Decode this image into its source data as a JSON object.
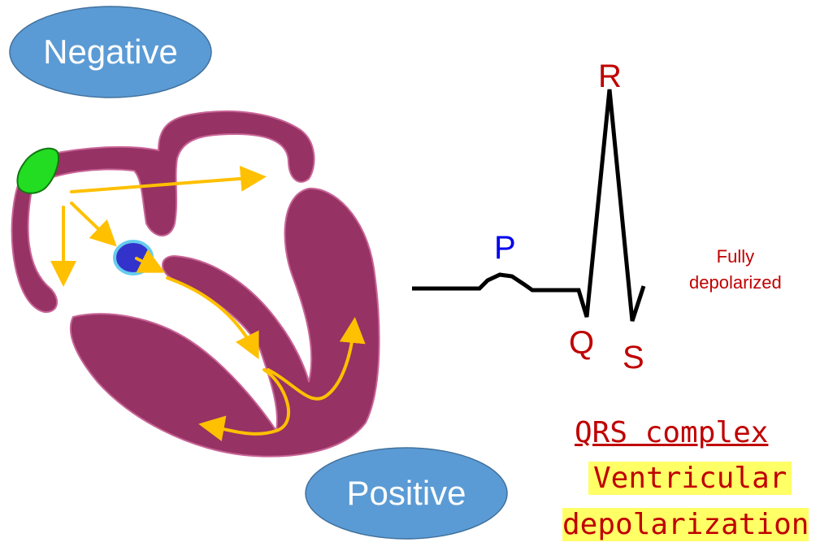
{
  "labels": {
    "negative": "Negative",
    "positive": "Positive"
  },
  "waveform": {
    "p": "P",
    "q": "Q",
    "r": "R",
    "s": "S"
  },
  "note": {
    "line1": "Fully",
    "line2": "depolarized"
  },
  "caption": {
    "title": "QRS complex",
    "line1": "Ventricular",
    "line2": "depolarization"
  },
  "colors": {
    "heart": "#963264",
    "heart_outline": "#c86496",
    "sa_node": "#22dd22",
    "av_node": "#3333cc",
    "av_node_ring": "#66ccee",
    "arrow": "#ffc000",
    "ellipse": "#5b9bd5",
    "p_label": "#0000ee",
    "qrs_labels": "#c00000",
    "caption_highlight": "#ffff66"
  }
}
